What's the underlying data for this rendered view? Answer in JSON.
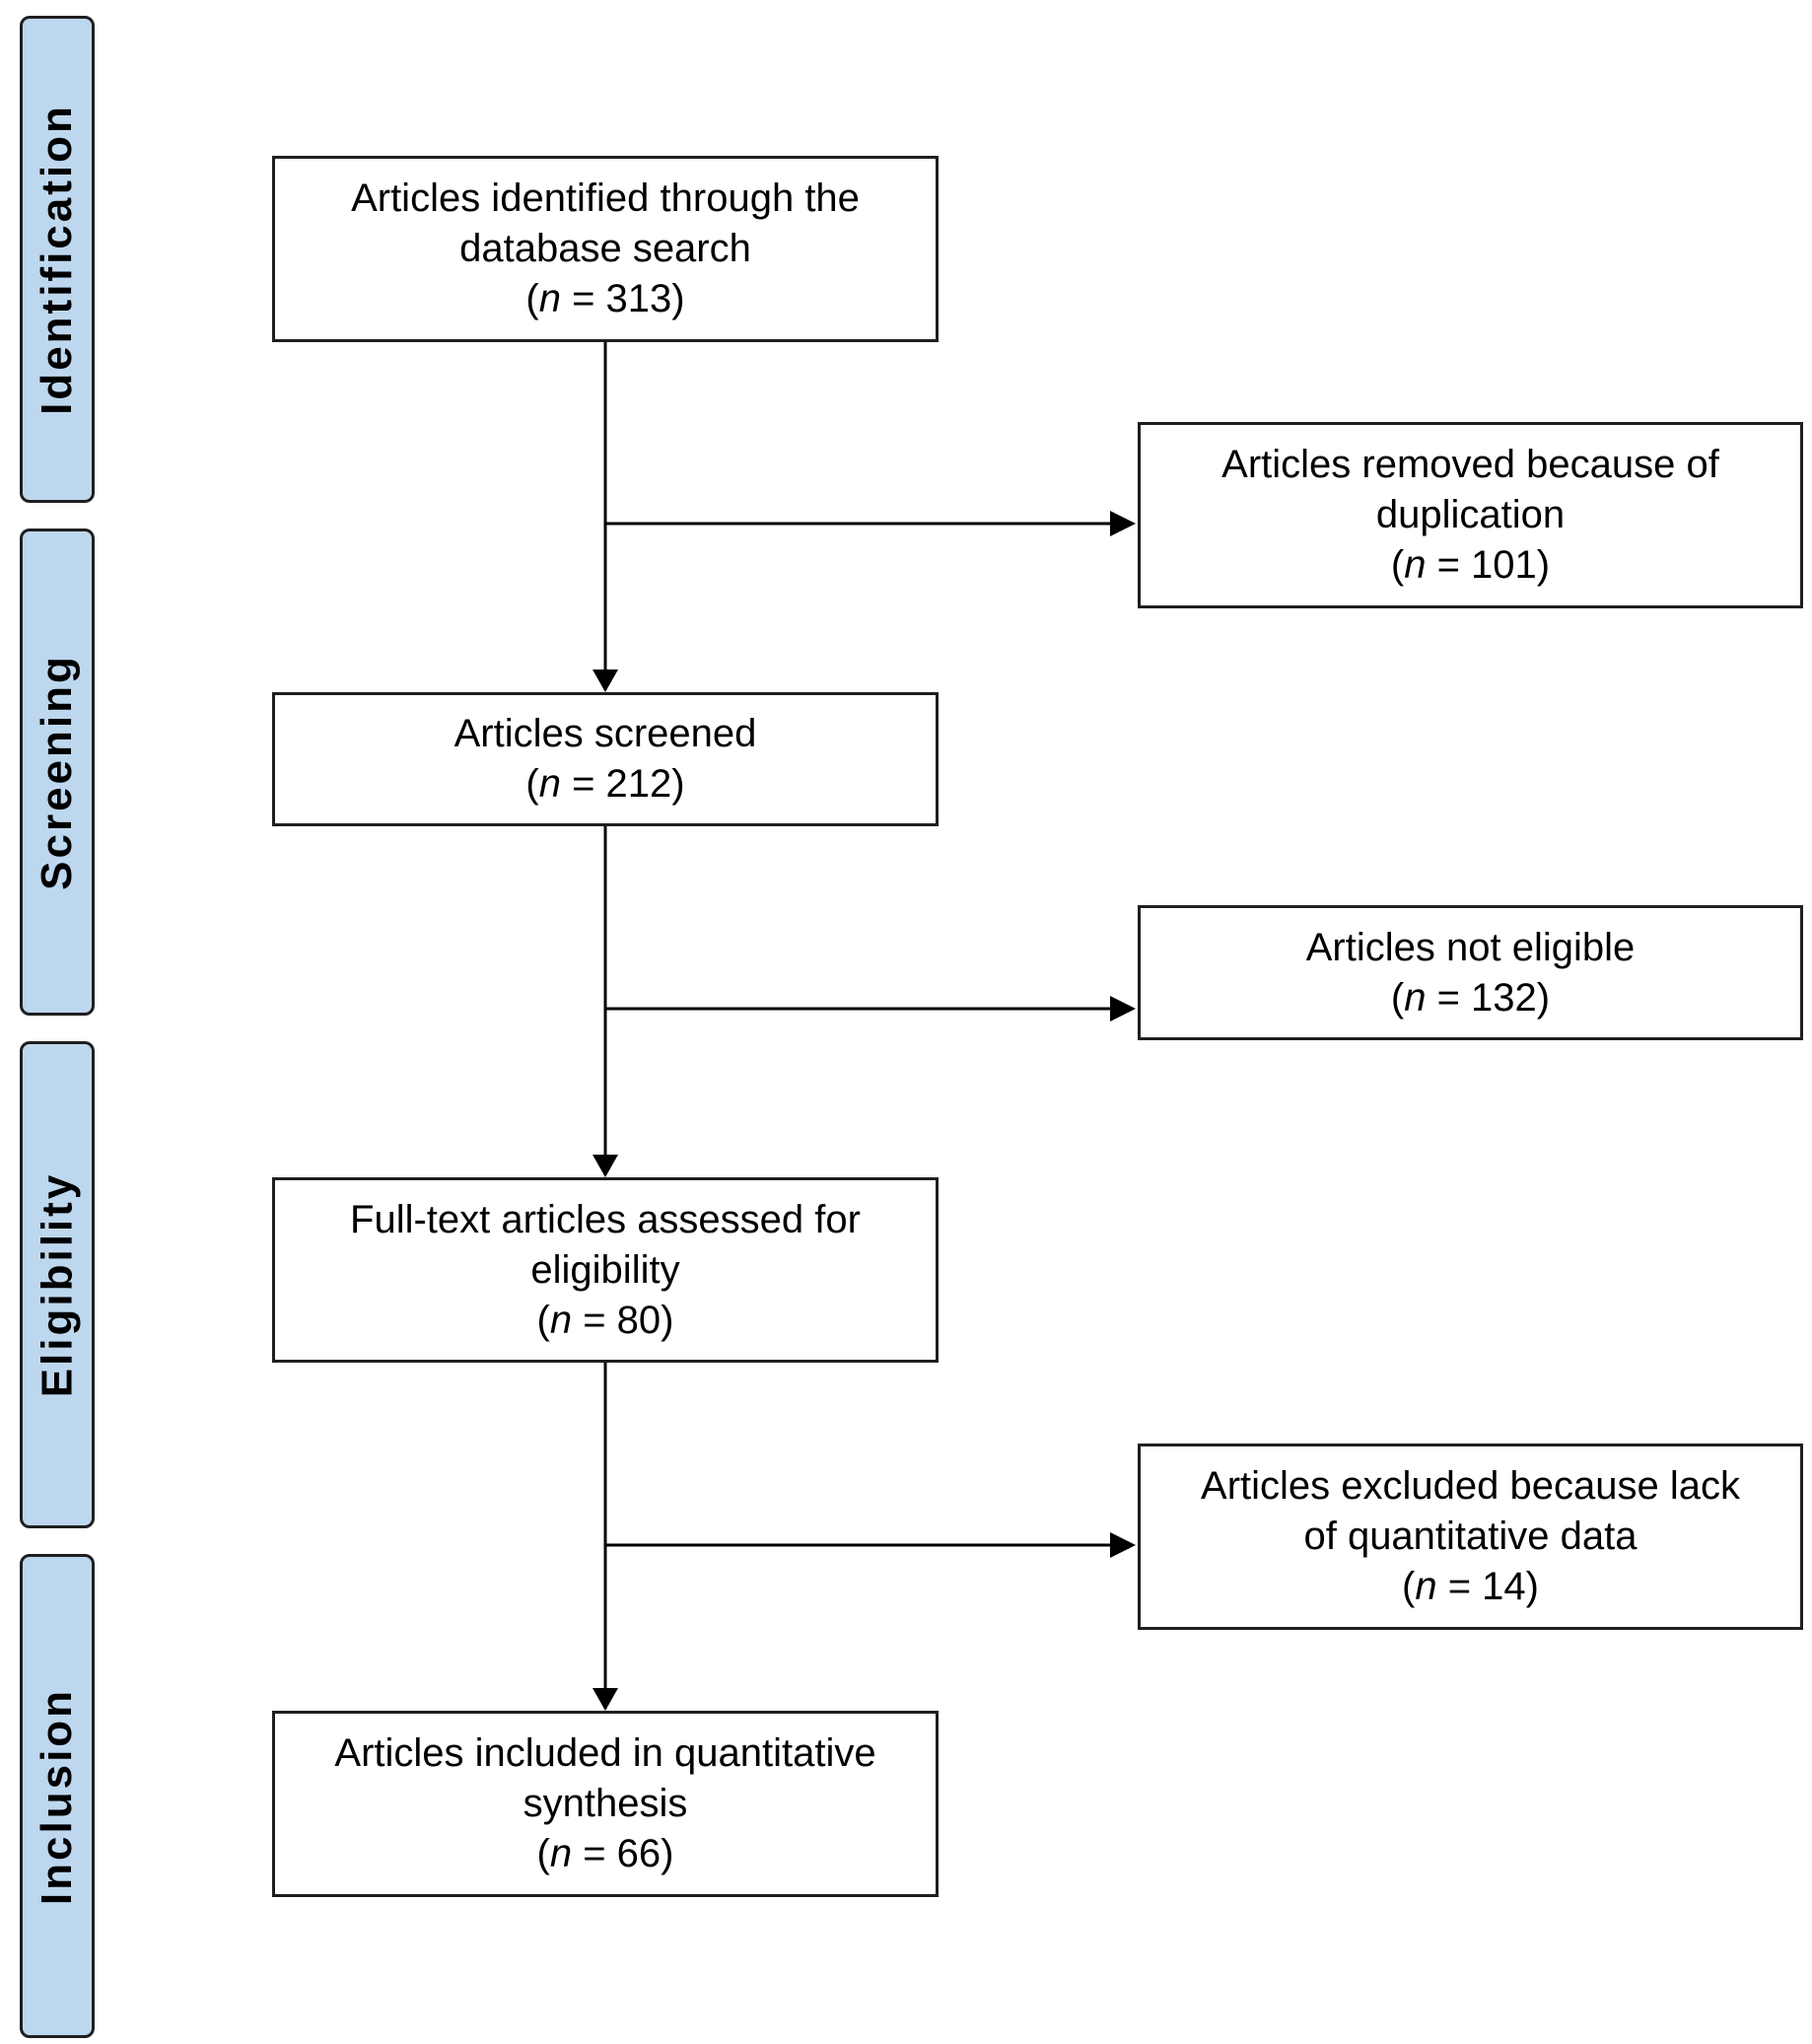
{
  "colors": {
    "phase_fill": "#bdd7ee",
    "border": "#1f1f1f",
    "background": "#ffffff"
  },
  "phases": [
    {
      "label": "Identification"
    },
    {
      "label": "Screening"
    },
    {
      "label": "Eligibility"
    },
    {
      "label": "Inclusion"
    }
  ],
  "boxes": {
    "identified": {
      "text": "Articles identified through the\ndatabase search",
      "n_prefix": "n",
      "n_value": " = 313"
    },
    "duplicates": {
      "text": "Articles removed because of\nduplication",
      "n_prefix": "n",
      "n_value": " = 101"
    },
    "screened": {
      "text": "Articles screened",
      "n_prefix": "n",
      "n_value": " = 212"
    },
    "not_eligible": {
      "text": "Articles not eligible",
      "n_prefix": "n",
      "n_value": " = 132"
    },
    "fulltext": {
      "text": "Full-text articles assessed for\neligibility",
      "n_prefix": "n",
      "n_value": " = 80"
    },
    "excluded": {
      "text": "Articles excluded because lack\nof quantitative data",
      "n_prefix": "n",
      "n_value": " = 14"
    },
    "included": {
      "text": "Articles included in quantitative\nsynthesis",
      "n_prefix": "n",
      "n_value": " = 66"
    }
  }
}
